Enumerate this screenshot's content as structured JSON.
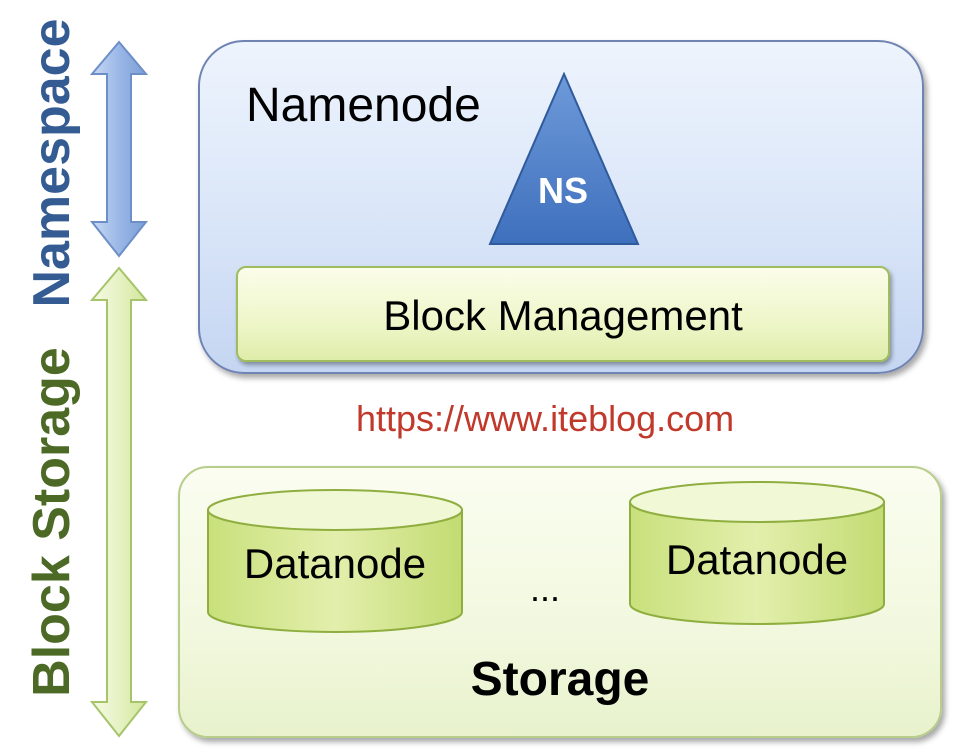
{
  "side_labels": {
    "namespace": "Namespace",
    "block_storage": "Block Storage"
  },
  "namenode": {
    "title": "Namenode",
    "ns_label": "NS",
    "block_management": "Block Management"
  },
  "url": "https://www.iteblog.com",
  "storage": {
    "datanodes": [
      "Datanode",
      "Datanode"
    ],
    "ellipsis": "...",
    "title": "Storage"
  },
  "colors": {
    "namespace_text": "#345c93",
    "block_storage_text": "#4c6a25",
    "url_text": "#c0392b",
    "ns_triangle": "#4a7fc9",
    "namespace_arrow": "#a8c2ea",
    "block_storage_arrow": "#e6f2c4"
  }
}
